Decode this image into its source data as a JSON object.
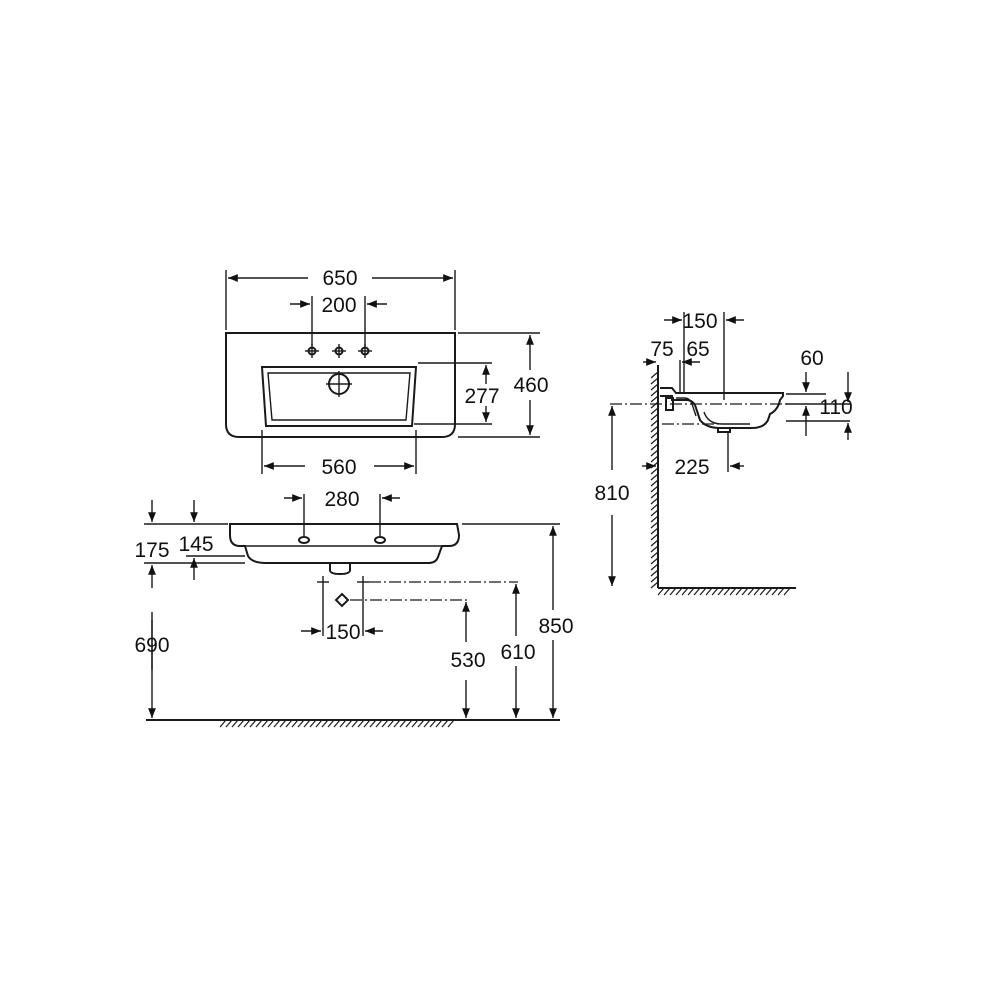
{
  "dimensions": {
    "top_view": {
      "overall_width": "650",
      "tap_hole_spacing": "200",
      "basin_depth": "277",
      "overall_depth": "460",
      "basin_width": "560"
    },
    "front_view": {
      "fixing_spacing": "280",
      "height_175": "175",
      "height_145": "145",
      "height_690": "690",
      "trap_spacing": "150",
      "height_530": "530",
      "height_610": "610",
      "height_850": "850"
    },
    "side_view": {
      "dim_150": "150",
      "dim_75": "75",
      "dim_65": "65",
      "dim_60": "60",
      "dim_110": "110",
      "height_810": "810",
      "dim_225": "225"
    }
  }
}
